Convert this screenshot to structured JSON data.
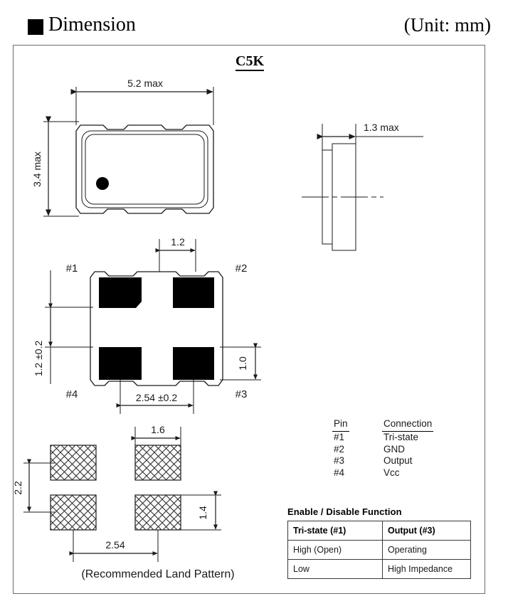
{
  "header": {
    "bullet_icon": "filled-square-icon",
    "title": "Dimension",
    "unit_note": "(Unit: mm)"
  },
  "frame": {
    "part_title": "C5K"
  },
  "top_view": {
    "width_label": "5.2 max",
    "height_label": "3.4 max",
    "pin1_marker_icon": "filled-dot-icon"
  },
  "side_view": {
    "thickness_label": "1.3 max"
  },
  "bottom_view": {
    "pad_width_label": "1.2",
    "pad_height_label": "1.0",
    "pitch_y_label": "1.2 ±0.2",
    "pitch_x_label": "2.54 ±0.2",
    "pin_labels": {
      "p1": "#1",
      "p2": "#2",
      "p3": "#3",
      "p4": "#4"
    }
  },
  "land_pattern": {
    "pad_width_label": "1.6",
    "pad_height_label": "1.4",
    "pitch_y_label": "2.2",
    "pitch_x_label": "2.54",
    "caption": "(Recommended Land Pattern)"
  },
  "pin_connection": {
    "header": {
      "pin": "Pin",
      "connection": "Connection"
    },
    "rows": [
      {
        "pin": "#1",
        "connection": "Tri-state"
      },
      {
        "pin": "#2",
        "connection": "GND"
      },
      {
        "pin": "#3",
        "connection": "Output"
      },
      {
        "pin": "#4",
        "connection": "Vcc"
      }
    ]
  },
  "enable_disable": {
    "title": "Enable / Disable Function",
    "header": {
      "col1": "Tri-state (#1)",
      "col2": "Output (#3)"
    },
    "rows": [
      {
        "col1": "High (Open)",
        "col2": "Operating"
      },
      {
        "col1": "Low",
        "col2": "High Impedance"
      }
    ]
  },
  "colors": {
    "ink": "#000000",
    "line": "#1a1a1a",
    "frame_border": "#6b6b6b",
    "pad_fill": "#000000",
    "background": "#ffffff"
  }
}
